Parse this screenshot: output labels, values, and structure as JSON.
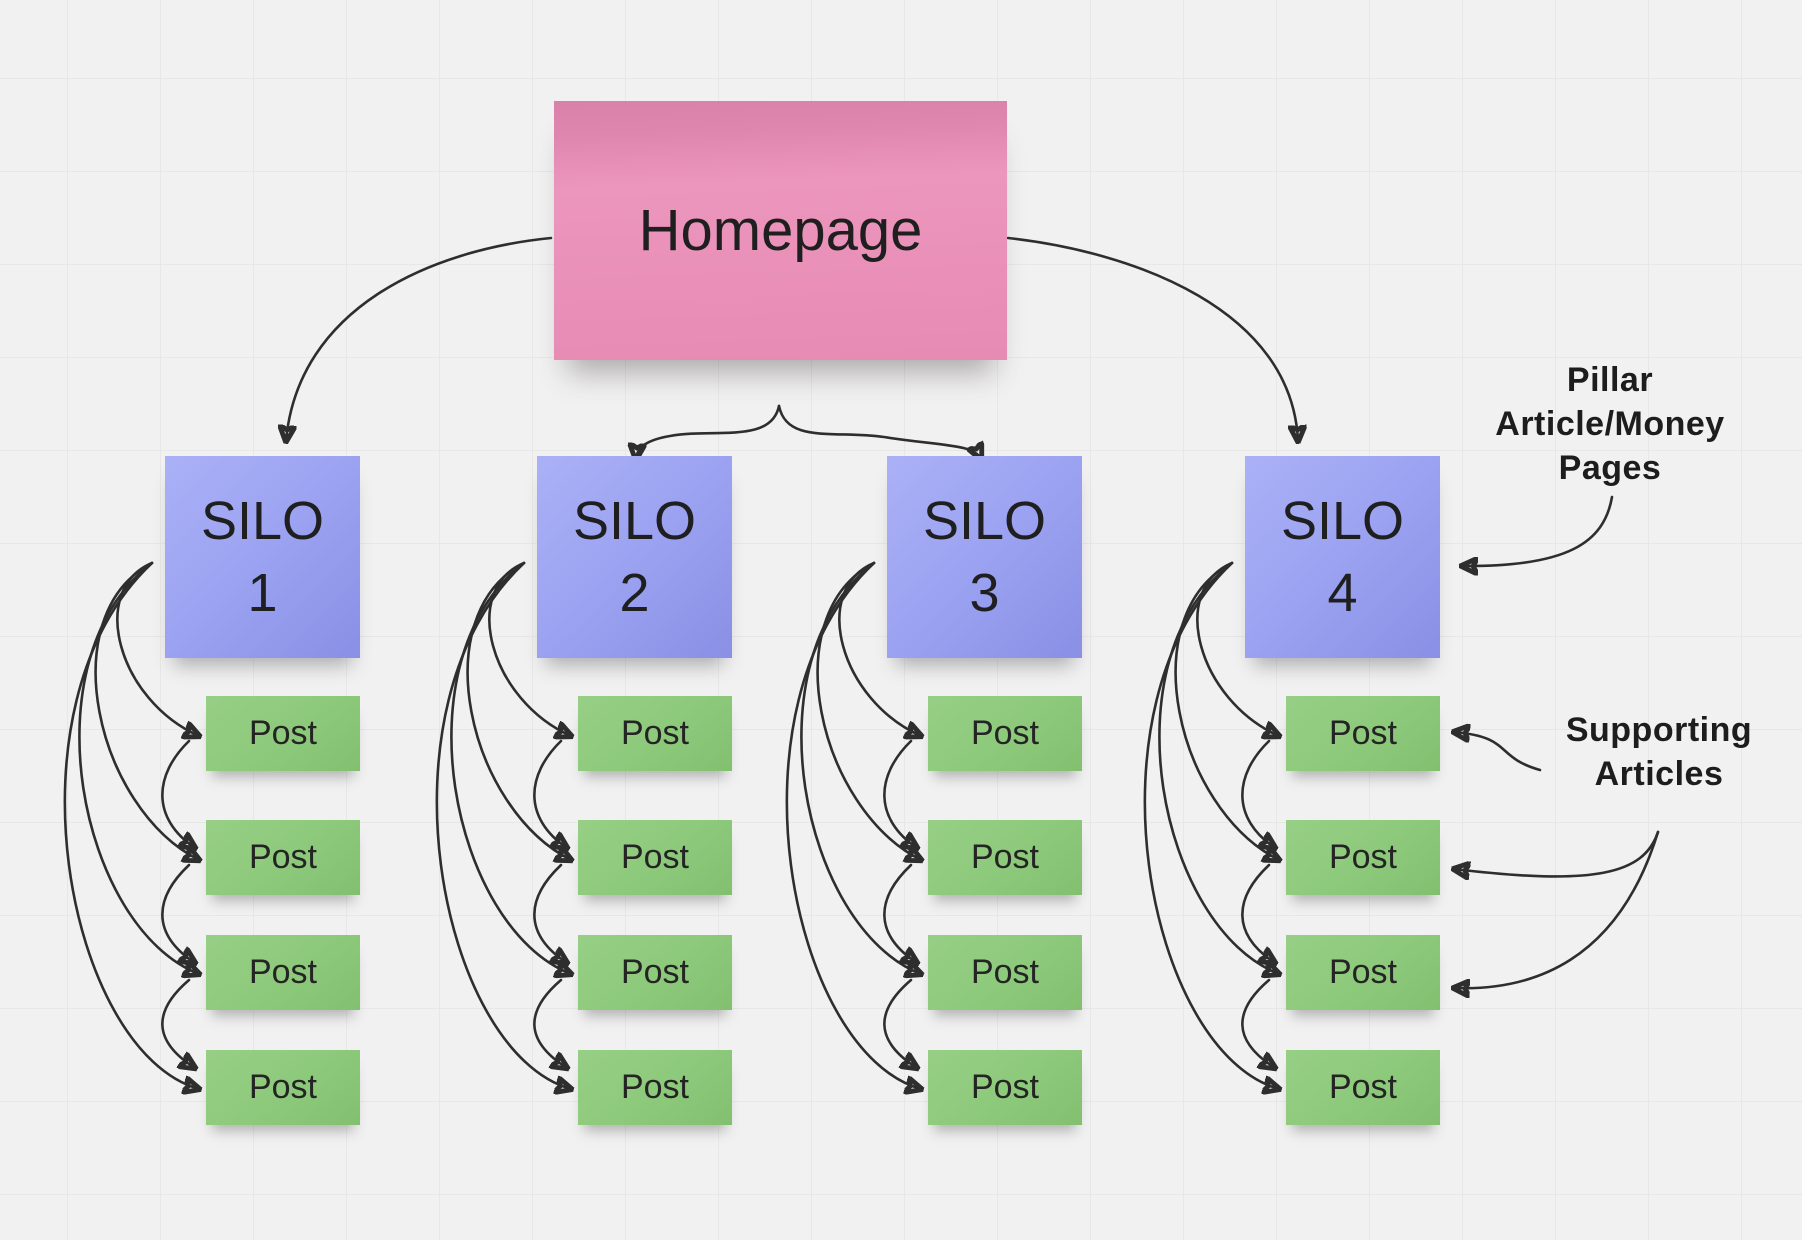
{
  "board": {
    "background": "#f1f1f1",
    "grid_color": "#e7e7e7",
    "arrow_color": "#2e2e2e"
  },
  "homepage": {
    "label": "Homepage",
    "color": "#e98fb8"
  },
  "silos": [
    {
      "id": "silo-1",
      "label_word": "SILO",
      "label_number": "1",
      "color": "#9aa1f2",
      "posts": [
        "Post",
        "Post",
        "Post",
        "Post"
      ]
    },
    {
      "id": "silo-2",
      "label_word": "SILO",
      "label_number": "2",
      "color": "#9aa1f2",
      "posts": [
        "Post",
        "Post",
        "Post",
        "Post"
      ]
    },
    {
      "id": "silo-3",
      "label_word": "SILO",
      "label_number": "3",
      "color": "#9aa1f2",
      "posts": [
        "Post",
        "Post",
        "Post",
        "Post"
      ]
    },
    {
      "id": "silo-4",
      "label_word": "SILO",
      "label_number": "4",
      "color": "#9aa1f2",
      "posts": [
        "Post",
        "Post",
        "Post",
        "Post"
      ]
    }
  ],
  "post_color": "#8fca7d",
  "annotations": {
    "pillar": "Pillar\nArticle/Money\nPages",
    "supporting": "Supporting\nArticles"
  },
  "edges": {
    "homepage_to": [
      "silo-1",
      "silo-2",
      "silo-3",
      "silo-4"
    ],
    "silo_to_posts": "each silo fans out arrows to its four posts",
    "post_chains": "each post links down to the next post in its silo",
    "pillar_annotation_points_to": "silo-4",
    "supporting_annotation_points_to": [
      "silo-4 post 1",
      "silo-4 post 2",
      "silo-4 post 3"
    ]
  }
}
